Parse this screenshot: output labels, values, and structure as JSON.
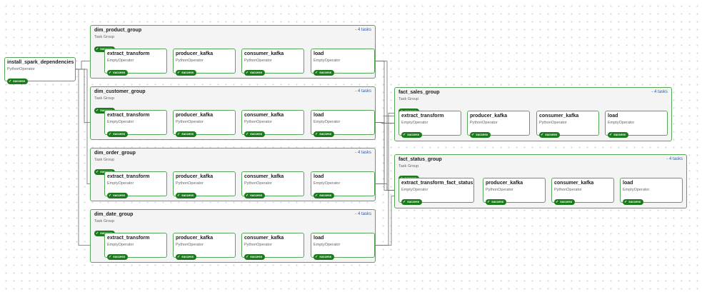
{
  "root_task": {
    "title": "install_spark_dependencies",
    "operator": "PythonOperator",
    "status": "success"
  },
  "groups": [
    {
      "title": "dim_product_group",
      "subtitle": "Task Group",
      "count": "- 4 tasks",
      "status": "success",
      "tasks": [
        {
          "title": "extract_transform",
          "operator": "EmptyOperator",
          "status": "success"
        },
        {
          "title": "producer_kafka",
          "operator": "PythonOperator",
          "status": "success"
        },
        {
          "title": "consumer_kafka",
          "operator": "PythonOperator",
          "status": "success"
        },
        {
          "title": "load",
          "operator": "EmptyOperator",
          "status": "success"
        }
      ]
    },
    {
      "title": "dim_customer_group",
      "subtitle": "Task Group",
      "count": "- 4 tasks",
      "status": "success",
      "tasks": [
        {
          "title": "extract_transform",
          "operator": "EmptyOperator",
          "status": "success"
        },
        {
          "title": "producer_kafka",
          "operator": "PythonOperator",
          "status": "success"
        },
        {
          "title": "consumer_kafka",
          "operator": "PythonOperator",
          "status": "success"
        },
        {
          "title": "load",
          "operator": "EmptyOperator",
          "status": "success"
        }
      ]
    },
    {
      "title": "dim_order_group",
      "subtitle": "Task Group",
      "count": "- 4 tasks",
      "status": "success",
      "tasks": [
        {
          "title": "extract_transform",
          "operator": "EmptyOperator",
          "status": "success"
        },
        {
          "title": "producer_kafka",
          "operator": "PythonOperator",
          "status": "success"
        },
        {
          "title": "consumer_kafka",
          "operator": "PythonOperator",
          "status": "success"
        },
        {
          "title": "load",
          "operator": "EmptyOperator",
          "status": "success"
        }
      ]
    },
    {
      "title": "dim_date_group",
      "subtitle": "Task Group",
      "count": "- 4 tasks",
      "status": "success",
      "tasks": [
        {
          "title": "extract_transform",
          "operator": "EmptyOperator",
          "status": "success"
        },
        {
          "title": "producer_kafka",
          "operator": "PythonOperator",
          "status": "success"
        },
        {
          "title": "consumer_kafka",
          "operator": "PythonOperator",
          "status": "success"
        },
        {
          "title": "load",
          "operator": "EmptyOperator",
          "status": "success"
        }
      ]
    },
    {
      "title": "fact_sales_group",
      "subtitle": "Task Group",
      "count": "- 4 tasks",
      "status": "success",
      "tasks": [
        {
          "title": "extract_transform",
          "operator": "EmptyOperator",
          "status": "success"
        },
        {
          "title": "producer_kafka",
          "operator": "PythonOperator",
          "status": "success"
        },
        {
          "title": "consumer_kafka",
          "operator": "PythonOperator",
          "status": "success"
        },
        {
          "title": "load",
          "operator": "EmptyOperator",
          "status": "success"
        }
      ]
    },
    {
      "title": "fact_status_group",
      "subtitle": "Task Group",
      "count": "- 4 tasks",
      "status": "success",
      "tasks": [
        {
          "title": "extract_transform_fact_status",
          "operator": "EmptyOperator",
          "status": "success"
        },
        {
          "title": "producer_kafka",
          "operator": "PythonOperator",
          "status": "success"
        },
        {
          "title": "consumer_kafka",
          "operator": "PythonOperator",
          "status": "success"
        },
        {
          "title": "load",
          "operator": "EmptyOperator",
          "status": "success"
        }
      ]
    }
  ],
  "colors": {
    "success": "#1b7a1b",
    "node_border": "#57a657",
    "edge": "#6b6b6b",
    "task_count": "#2f5cab"
  },
  "icons": {
    "status": "check-icon"
  }
}
